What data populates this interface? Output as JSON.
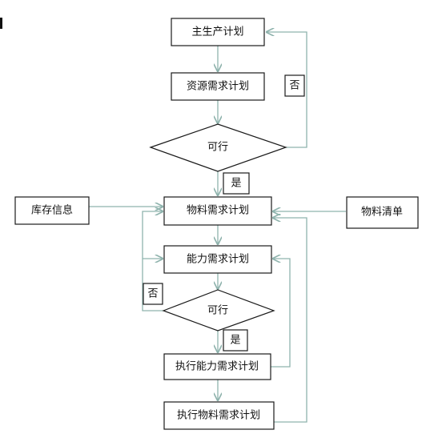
{
  "colors": {
    "box_border": "#1a1a1a",
    "connector": "#8fb3ad",
    "background": "#ffffff",
    "text": "#111111"
  },
  "nodes": {
    "master_plan": "主生产计划",
    "resource_plan": "资源需求计划",
    "decision_1": "可行",
    "yes_1": "是",
    "no_1": "否",
    "inventory": "库存信息",
    "mrp": "物料需求计划",
    "bom": "物料清单",
    "crp": "能力需求计划",
    "decision_2": "可行",
    "no_2": "否",
    "yes_2": "是",
    "exec_crp": "执行能力需求计划",
    "exec_mrp": "执行物料需求计划"
  }
}
